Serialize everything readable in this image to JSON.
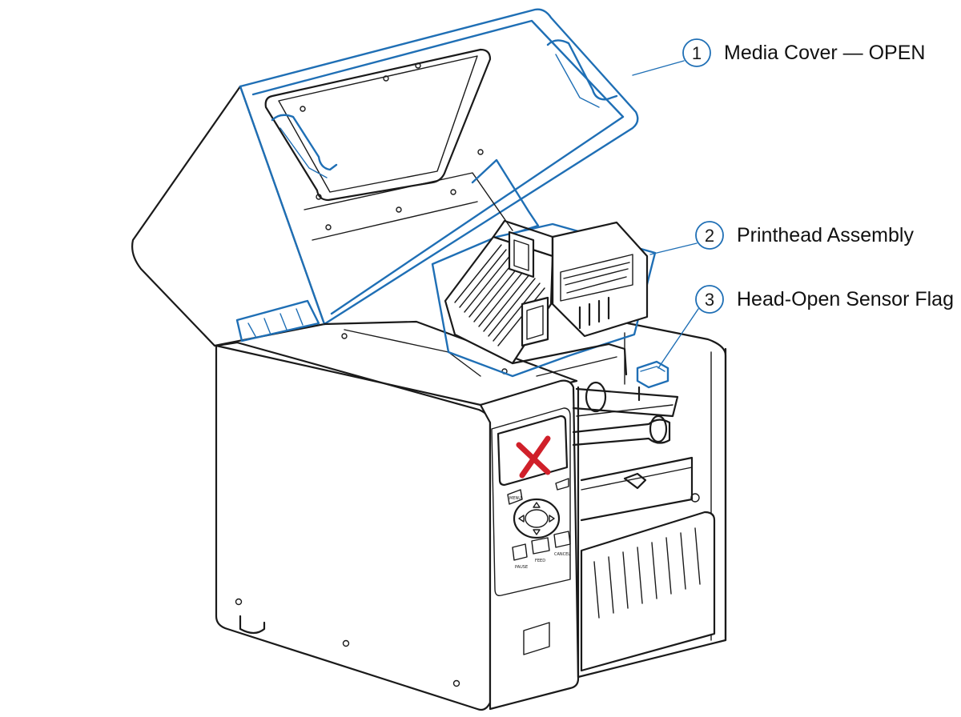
{
  "callouts": [
    {
      "number": "1",
      "label": "Media Cover — OPEN"
    },
    {
      "number": "2",
      "label": "Printhead Assembly"
    },
    {
      "number": "3",
      "label": "Head-Open Sensor Flag"
    }
  ],
  "control_panel": {
    "display_status_icon": "x-mark-icon",
    "buttons": {
      "menu": "MENU",
      "pause": "PAUSE",
      "feed": "FEED",
      "cancel": "CANCEL"
    }
  },
  "colors": {
    "highlight": "#1f6fb5",
    "error_mark": "#d0202a",
    "outline": "#1a1a1a"
  }
}
